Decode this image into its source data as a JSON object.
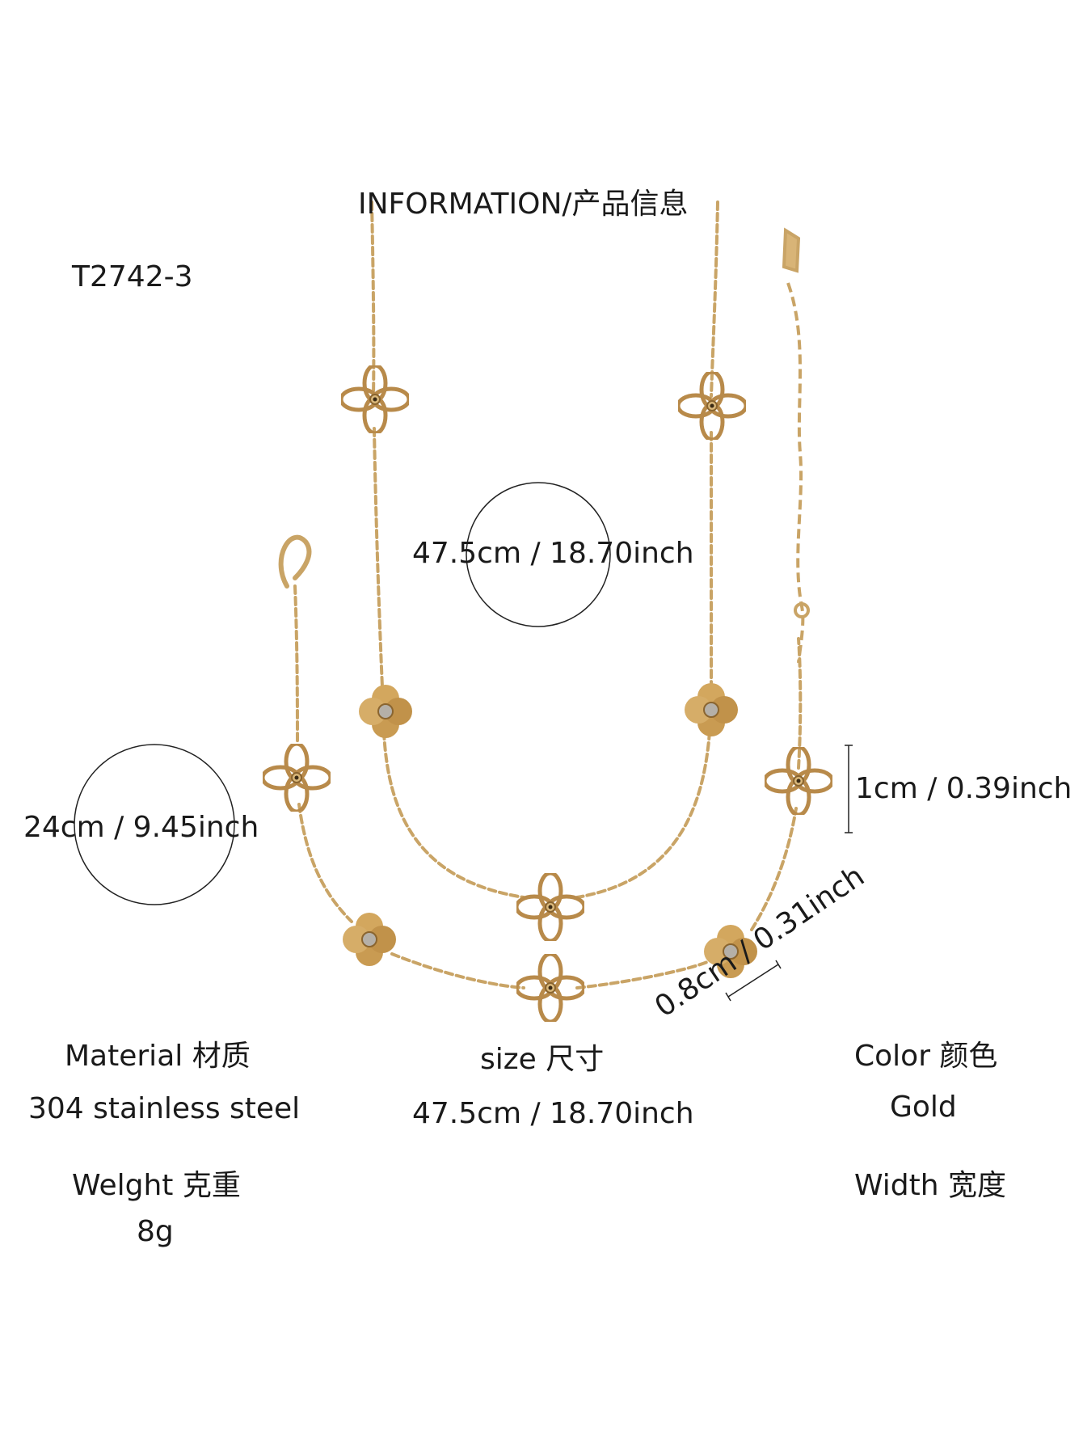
{
  "header": {
    "title": "INFORMATION/产品信息"
  },
  "product": {
    "code": "T2742-3"
  },
  "photo": {
    "necklace_length": "47.5cm / 18.70inch",
    "bracelet_length": "24cm / 9.45inch",
    "charm_size": "1cm / 0.39inch",
    "chain_width": "0.8cm / 0.31inch"
  },
  "specs": {
    "material_label": "Material 材质",
    "material_value": "304 stainless steel",
    "size_label": "size 尺寸",
    "size_value": "47.5cm / 18.70inch",
    "color_label": "Color 颜色",
    "color_value": "Gold",
    "weight_label": "Welght 克重",
    "weight_value": "8g",
    "width_label": "Width 宽度"
  },
  "colors": {
    "gold": "#c9a466",
    "gold_dark": "#a07a3c",
    "text": "#1a1a1a"
  }
}
